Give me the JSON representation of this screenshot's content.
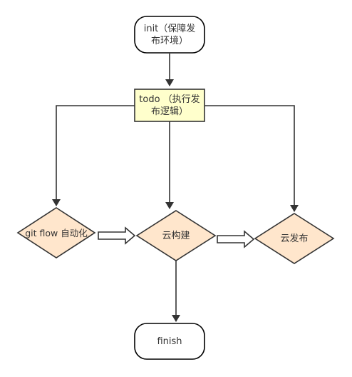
{
  "nodes": {
    "init": {
      "label": "init（保障发布环境）",
      "shape": "rounded-rect",
      "fill": "#ffffff",
      "stroke": "#000000"
    },
    "todo": {
      "label": "todo （执行发布逻辑）",
      "shape": "rect",
      "fill": "#ffffcc",
      "stroke": "#333333"
    },
    "git_flow": {
      "label": "git flow 自动化",
      "shape": "diamond",
      "fill": "#ffe6cc",
      "stroke": "#333333"
    },
    "cloud_build": {
      "label": "云构建",
      "shape": "diamond",
      "fill": "#ffe6cc",
      "stroke": "#333333"
    },
    "cloud_release": {
      "label": "云发布",
      "shape": "diamond",
      "fill": "#ffe6cc",
      "stroke": "#333333"
    },
    "finish": {
      "label": "finish",
      "shape": "rounded-rect",
      "fill": "#ffffff",
      "stroke": "#000000"
    }
  },
  "edges": [
    {
      "from": "init",
      "to": "todo",
      "style": "arrow"
    },
    {
      "from": "todo",
      "to": "git_flow",
      "style": "arrow"
    },
    {
      "from": "todo",
      "to": "cloud_build",
      "style": "arrow"
    },
    {
      "from": "todo",
      "to": "cloud_release",
      "style": "arrow"
    },
    {
      "from": "git_flow",
      "to": "cloud_build",
      "style": "hollow-arrow"
    },
    {
      "from": "cloud_build",
      "to": "cloud_release",
      "style": "hollow-arrow"
    },
    {
      "from": "cloud_build",
      "to": "finish",
      "style": "arrow"
    }
  ],
  "colors": {
    "line": "#333333",
    "text": "#333333"
  }
}
